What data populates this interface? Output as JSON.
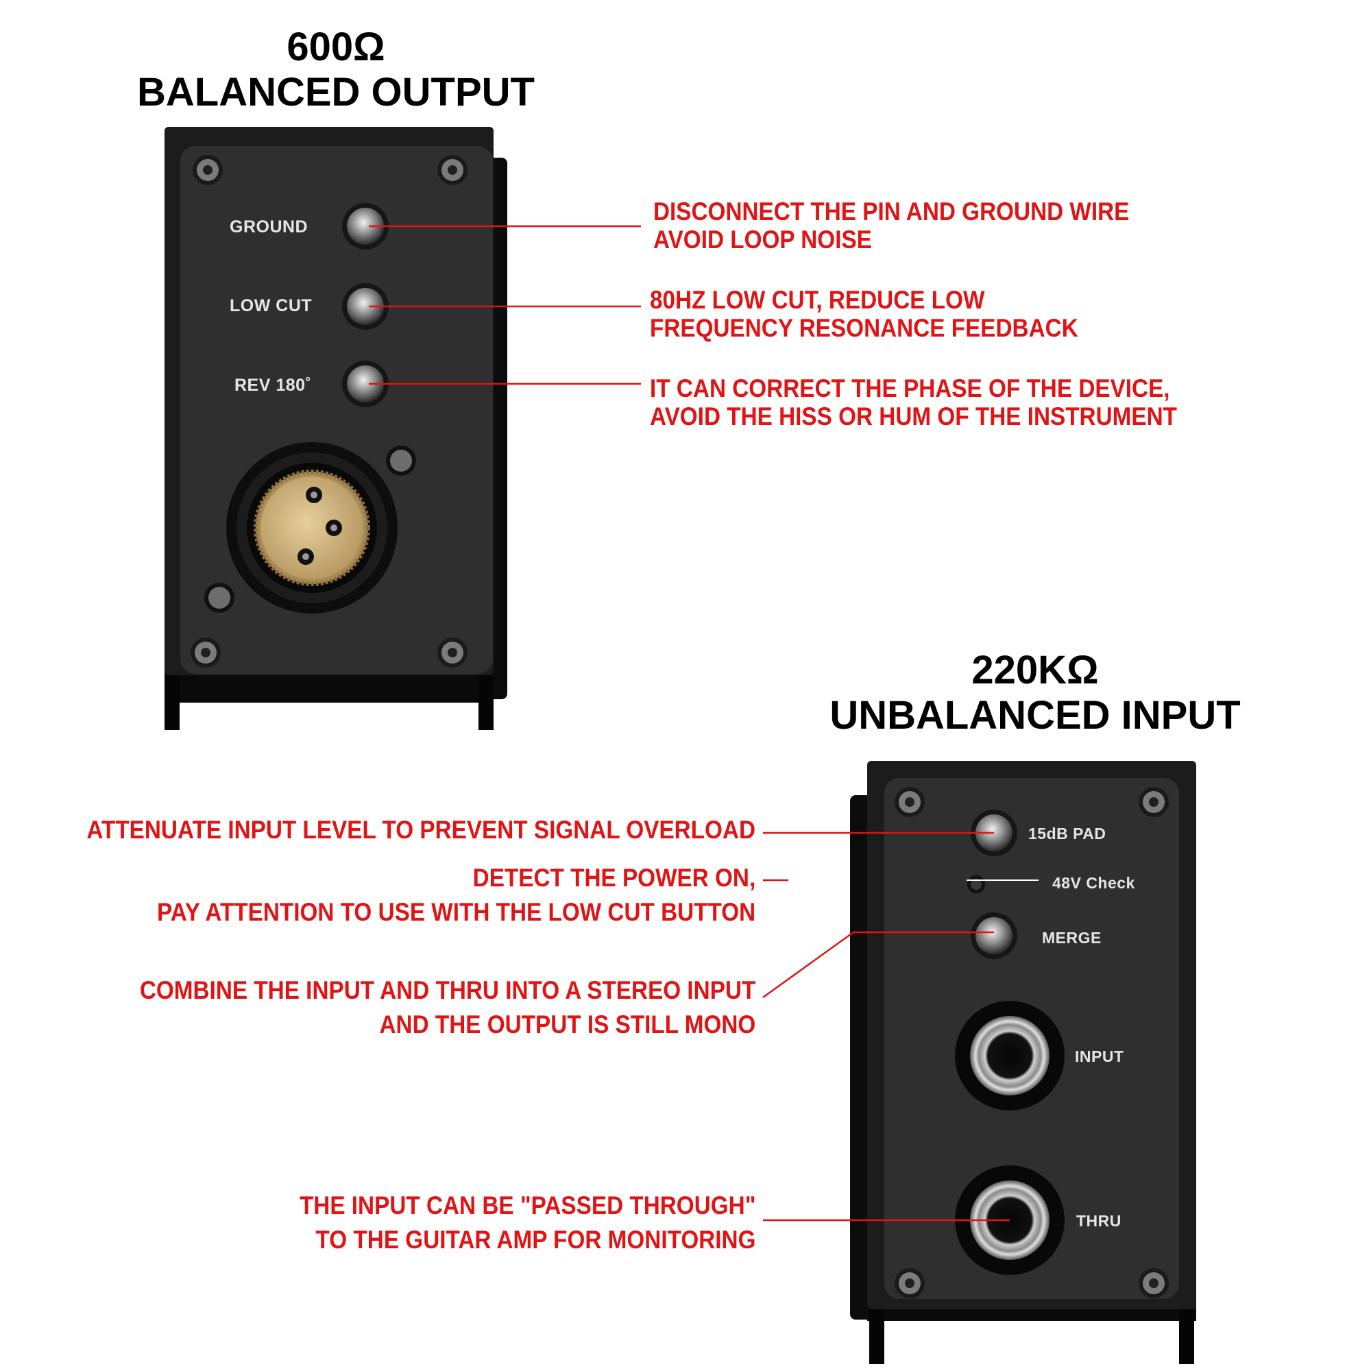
{
  "output_unit": {
    "impedance": "600Ω",
    "title": "BALANCED OUTPUT",
    "panel_labels": {
      "ground": "GROUND",
      "low_cut": "LOW CUT",
      "rev": "REV 180˚"
    },
    "callouts": {
      "ground": [
        "DISCONNECT THE PIN AND GROUND WIRE",
        "AVOID LOOP NOISE"
      ],
      "low_cut": [
        "80HZ LOW CUT, REDUCE LOW",
        "FREQUENCY RESONANCE FEEDBACK"
      ],
      "rev": [
        "IT CAN CORRECT THE PHASE OF THE DEVICE,",
        "AVOID THE HISS OR HUM OF THE INSTRUMENT"
      ]
    }
  },
  "input_unit": {
    "impedance": "220KΩ",
    "title": "UNBALANCED INPUT",
    "panel_labels": {
      "pad": "15dB PAD",
      "check": "48V Check",
      "merge": "MERGE",
      "input": "INPUT",
      "thru": "THRU"
    },
    "callouts": {
      "pad": [
        "ATTENUATE INPUT LEVEL TO PREVENT SIGNAL OVERLOAD"
      ],
      "check": [
        "DETECT THE POWER ON,",
        "PAY ATTENTION TO USE WITH THE LOW CUT BUTTON"
      ],
      "merge": [
        "COMBINE THE INPUT AND THRU INTO A STEREO INPUT",
        "AND THE OUTPUT IS STILL MONO"
      ],
      "thru": [
        "THE INPUT CAN BE \"PASSED THROUGH\"",
        "TO THE GUITAR AMP FOR MONITORING"
      ]
    }
  },
  "colors": {
    "callout": "#e01414",
    "panel": "#2e2e2f",
    "heading": "#000000"
  }
}
